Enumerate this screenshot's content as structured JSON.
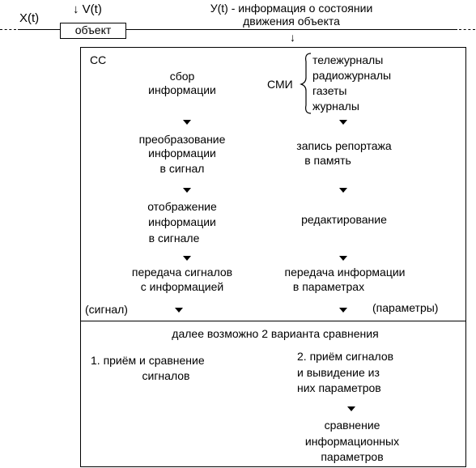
{
  "top": {
    "x_label": "X(t)",
    "v_label": "↓ V(t)",
    "object_label": "объект",
    "y_caption_line1": "У(t) - информация о состоянии",
    "y_caption_line2": "движения объекта"
  },
  "system_box": {
    "label": "СС",
    "smi_label": "СМИ",
    "smi_items": [
      "тележурналы",
      "радиожурналы",
      "газеты",
      "журналы"
    ]
  },
  "left_chain": [
    [
      "сбор",
      "информации"
    ],
    [
      "преобразование",
      "информации",
      "в сигнал"
    ],
    [
      "отображение",
      "информации",
      "в сигнале"
    ],
    [
      "передача сигналов",
      "с информацией"
    ]
  ],
  "right_chain": [
    [
      "запись репортажа",
      "в память"
    ],
    [
      "редактирование"
    ],
    [
      "передача информации",
      "в параметрах"
    ]
  ],
  "outputs": {
    "left": "(сигнал)",
    "right": "(параметры)"
  },
  "comparison": {
    "heading": "далее возможно 2 варианта сравнения",
    "option1": [
      "1. приём и сравнение",
      "сигналов"
    ],
    "option2": [
      "2. приём сигналов",
      "и вывидение из",
      "них параметров"
    ],
    "option2_result": [
      "сравнение",
      "информационных",
      "параметров"
    ]
  }
}
